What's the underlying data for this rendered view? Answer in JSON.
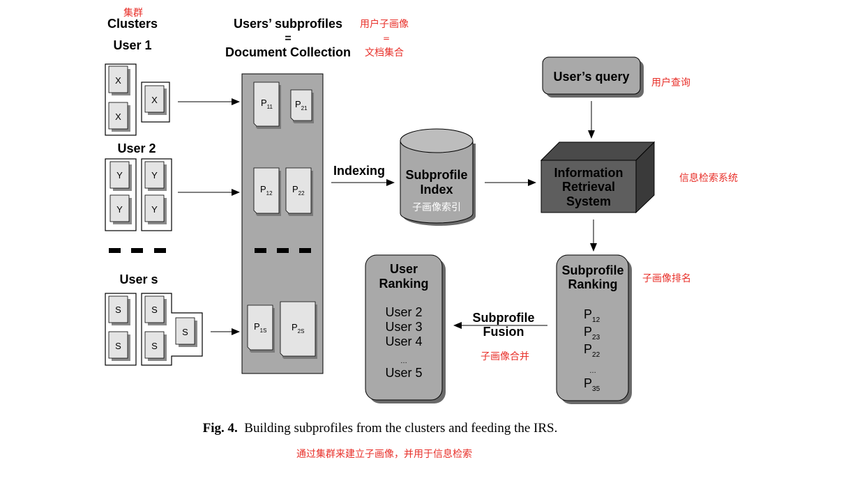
{
  "clusters": {
    "title_cn": "集群",
    "title": "Clusters",
    "user1_label": "User 1",
    "user2_label": "User 2",
    "users_label": "User s",
    "letters": [
      "X",
      "Y",
      "S"
    ]
  },
  "collection": {
    "title_line1": "Users’ subprofiles",
    "title_line2": "=",
    "title_line3": "Document Collection",
    "title_cn_line1": "用户子画像",
    "title_cn_line2": "=",
    "title_cn_line3": "文档集合",
    "docs": [
      {
        "base": "P",
        "sub": "11"
      },
      {
        "base": "P",
        "sub": "21"
      },
      {
        "base": "P",
        "sub": "12"
      },
      {
        "base": "P",
        "sub": "22"
      },
      {
        "base": "P",
        "sub": "1S"
      },
      {
        "base": "P",
        "sub": "2S"
      }
    ]
  },
  "indexing_label": "Indexing",
  "index": {
    "line1": "Subprofile",
    "line2": "Index",
    "cn": "子画像索引"
  },
  "query": {
    "label": "User’s query",
    "cn": "用户查询"
  },
  "irs": {
    "line1": "Information",
    "line2": "Retrieval",
    "line3": "System",
    "cn": "信息检索系统"
  },
  "subprofile_ranking": {
    "line1": "Subprofile",
    "line2": "Ranking",
    "cn": "子画像排名",
    "items": [
      {
        "base": "P",
        "sub": "12"
      },
      {
        "base": "P",
        "sub": "23"
      },
      {
        "base": "P",
        "sub": "22"
      },
      {
        "base": "…",
        "sub": ""
      },
      {
        "base": "P",
        "sub": "35"
      }
    ]
  },
  "fusion": {
    "line1": "Subprofile",
    "line2": "Fusion",
    "cn": "子画像合并"
  },
  "user_ranking": {
    "line1": "User",
    "line2": "Ranking",
    "items": [
      "User 2",
      "User 3",
      "User 4",
      "…",
      "User 5"
    ]
  },
  "caption": {
    "label": "Fig. 4.",
    "text": "Building subprofiles from the clusters and feeding the IRS.",
    "cn": "通过集群来建立子画像，并用于信息检索"
  },
  "colors": {
    "annotation": "#e8302a",
    "box_fill": "#a9a9a9",
    "doc_fill": "#e4e4e4",
    "irs_front": "#5e5e5e"
  }
}
